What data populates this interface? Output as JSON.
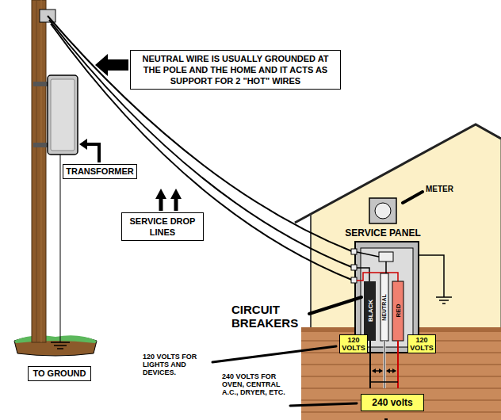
{
  "diagram": {
    "nodes": [
      {
        "text": [
          "NEUTRAL WIRE IS USUALLY GROUNDED AT THE POLE AND THE HOME AND IT ACTS AS SUPPORT FOR 2 \"HOT\" WIRES"
        ]
      },
      {
        "text": [
          "TRANSFORMER"
        ]
      },
      {
        "text": [
          "SERVICE DROP LINES"
        ]
      },
      {
        "text": [
          "120 VOLTS"
        ]
      },
      {
        "text": [
          "120 VOLTS"
        ]
      },
      {
        "text": [
          "TO GROUND"
        ]
      },
      {
        "text": [
          "240 volts"
        ]
      }
    ],
    "labels": [
      "METER",
      "SERVICE PANEL",
      "CIRCUIT BREAKERS",
      "BLACK",
      "NEUTRAL",
      "RED",
      "120 VOLTS FOR LIGHTS AND DEVICES.",
      "240 VOLTS FOR OVEN, CENTRAL A.C., DRYER, ETC."
    ]
  }
}
